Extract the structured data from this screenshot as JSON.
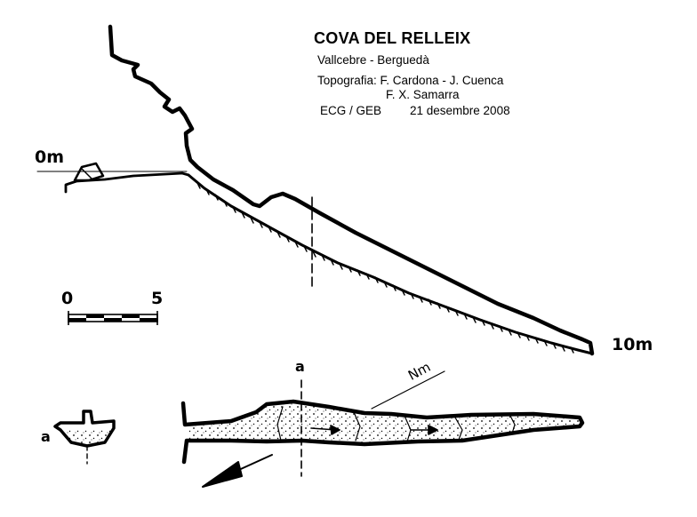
{
  "header": {
    "title": "COVA DEL RELLEIX",
    "location": "Vallcebre - Berguedà",
    "survey_line1": "Topografia: F. Cardona - J. Cuenca",
    "survey_line2": "F. X. Samarra",
    "group": "ECG / GEB",
    "date": "21 desembre 2008"
  },
  "profile": {
    "depth_top": "0m",
    "depth_bottom": "10m"
  },
  "scale_bar": {
    "min_label": "0",
    "max_label": "5"
  },
  "plan": {
    "section_label": "a",
    "north_label": "Nm"
  },
  "cross_section": {
    "label": "a"
  },
  "colors": {
    "ink": "#000000",
    "paper": "#ffffff"
  }
}
